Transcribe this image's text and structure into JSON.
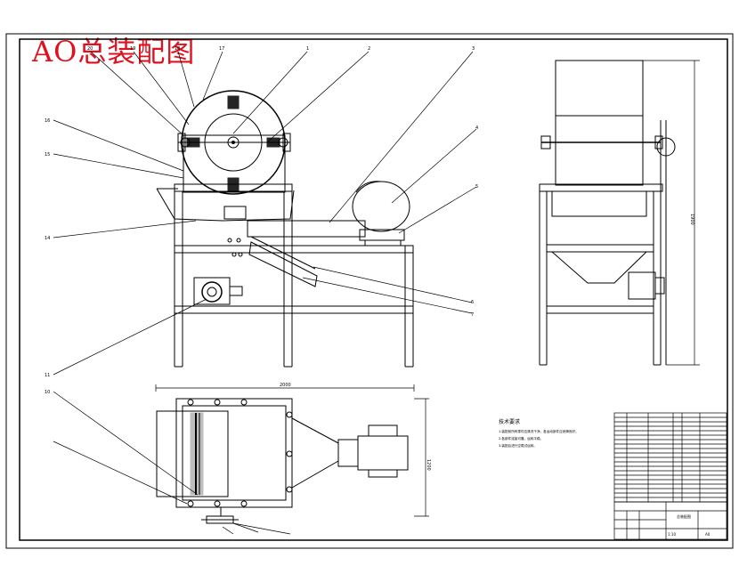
{
  "title": "AO总装配图",
  "dimension_marks": {
    "top_overall": "2000",
    "plan_width": "1200",
    "side_height": "1900"
  },
  "part_numbers": {
    "p1": "1",
    "p2": "2",
    "p3": "3",
    "p4": "4",
    "p5": "5",
    "p6": "6",
    "p7": "7",
    "p10": "10",
    "p11": "11",
    "p14": "14",
    "p15": "15",
    "p16": "16",
    "p17": "17",
    "p18": "18",
    "p19": "19",
    "p20": "20"
  },
  "notes": {
    "heading": "技术要求",
    "line1": "1.装配前所有零件应清洗干净，各运动部件应润滑良好。",
    "line2": "2.各部件连接可靠，运转平稳。",
    "line3": "3.装配后进行空载试运转。"
  },
  "title_block": {
    "scale": "1:10",
    "name": "总装配图",
    "sheet": "A0"
  },
  "colors": {
    "line": "#000000",
    "title": "#e0101e"
  }
}
